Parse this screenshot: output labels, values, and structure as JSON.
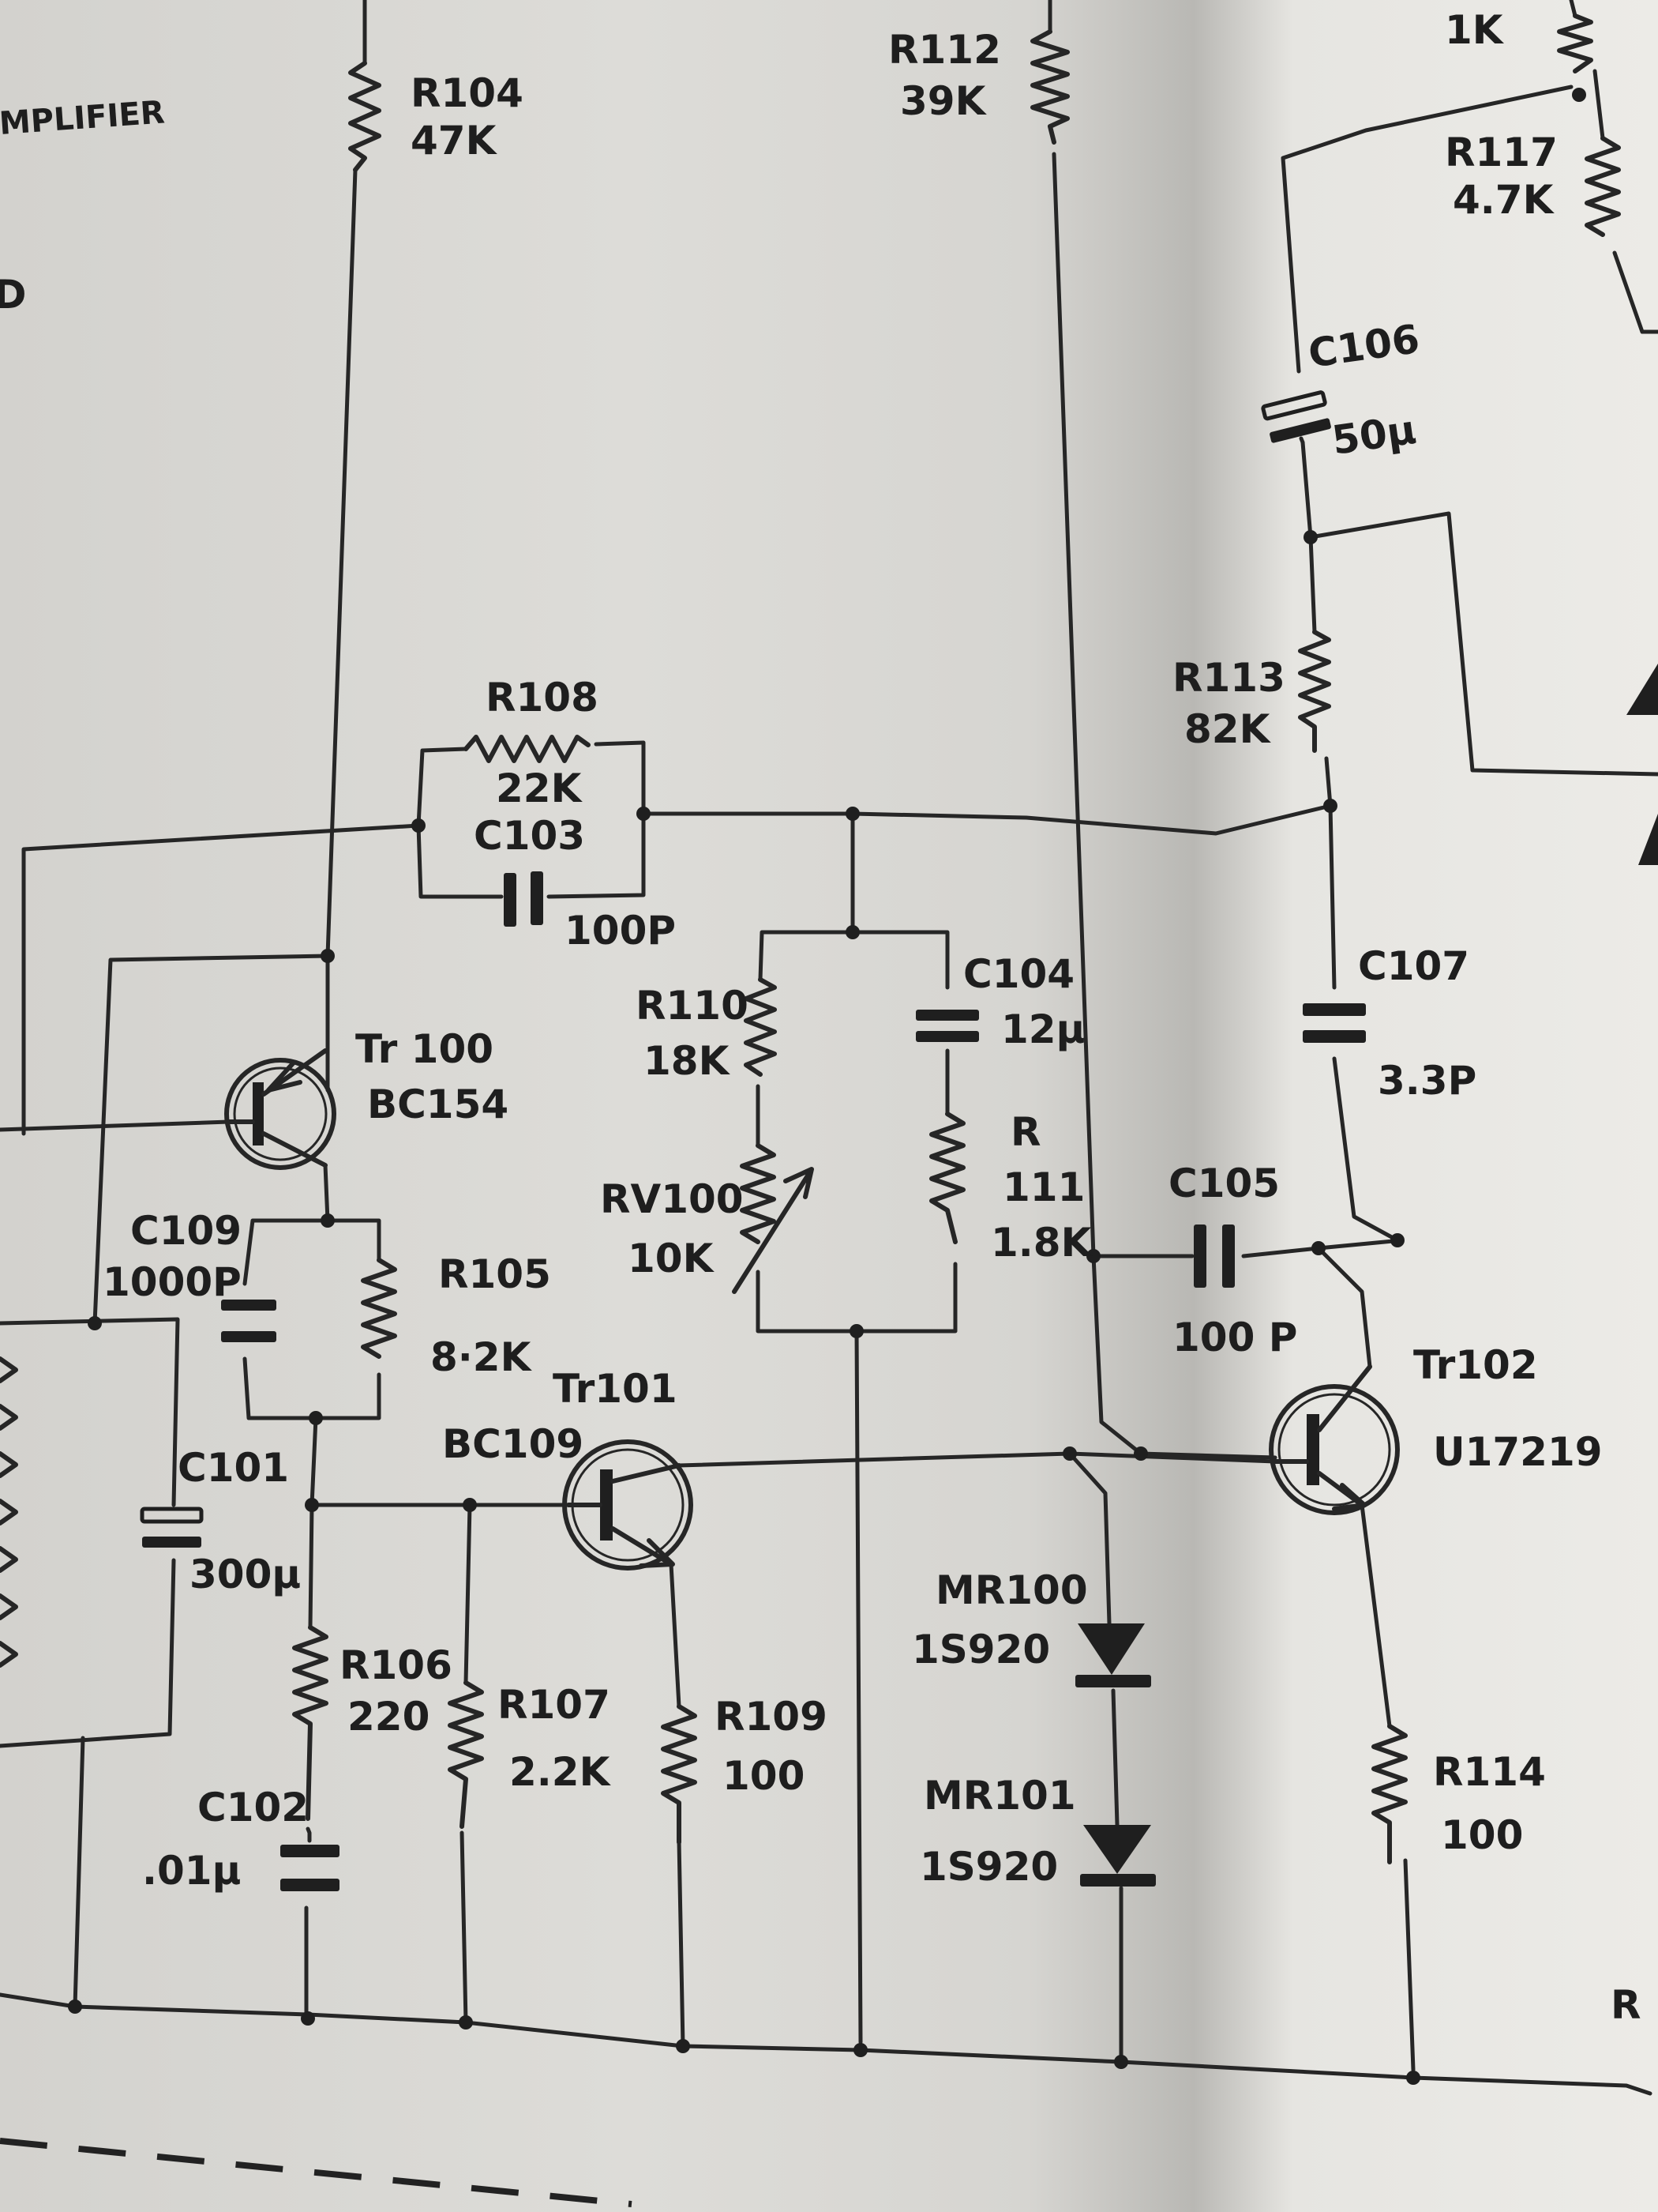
{
  "title_fragment": "MPLIFIER",
  "edge_fragment": "D",
  "components": {
    "r104": {
      "ref": "R104",
      "value": "47K"
    },
    "r112": {
      "ref": "R112",
      "value": "39K"
    },
    "r_top_right": {
      "value": "1K"
    },
    "r117": {
      "ref": "R117",
      "value": "4.7K"
    },
    "c106": {
      "ref": "C106",
      "value": "50µ"
    },
    "r108": {
      "ref": "R108",
      "value": "22K"
    },
    "c103": {
      "ref": "C103",
      "value": "100P"
    },
    "r113": {
      "ref": "R113",
      "value": "82K"
    },
    "r110": {
      "ref": "R110",
      "value": "18K"
    },
    "c104": {
      "ref": "C104",
      "value": "12µ"
    },
    "c107": {
      "ref": "C107",
      "value": "3.3P"
    },
    "tr100": {
      "ref": "Tr 100",
      "value": "BC154"
    },
    "r111": {
      "ref_line1": "R",
      "ref_line2": "111",
      "value": "1.8K"
    },
    "rv100": {
      "ref": "RV100",
      "value": "10K"
    },
    "c105": {
      "ref": "C105",
      "value": "100 P"
    },
    "c109": {
      "ref": "C109",
      "value": "1000P"
    },
    "r105": {
      "ref": "R105",
      "value": "8·2K"
    },
    "tr101": {
      "ref": "Tr101",
      "value": "BC109"
    },
    "tr102": {
      "ref": "Tr102",
      "value": "U17219"
    },
    "c101": {
      "ref": "C101",
      "value": "300µ"
    },
    "r106": {
      "ref": "R106",
      "value": "220"
    },
    "r107": {
      "ref": "R107",
      "value": "2.2K"
    },
    "r109": {
      "ref": "R109",
      "value": "100"
    },
    "mr100": {
      "ref": "MR100",
      "value": "1S920"
    },
    "mr101": {
      "ref": "MR101",
      "value": "1S920"
    },
    "c102": {
      "ref": "C102",
      "value": ".01µ"
    },
    "r114": {
      "ref": "R114",
      "value": "100"
    },
    "edge_letter": "R"
  }
}
